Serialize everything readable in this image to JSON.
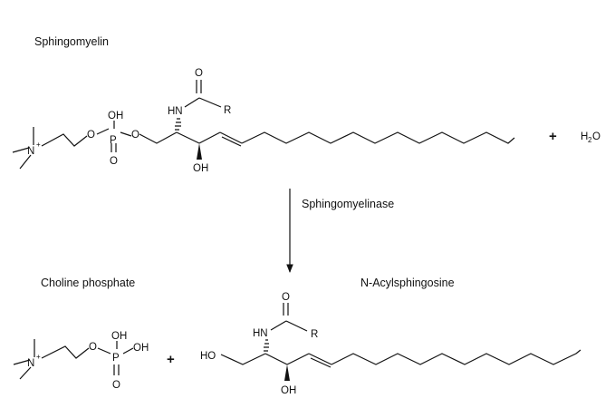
{
  "scheme": {
    "reactant": {
      "name": "Sphingomyelin",
      "atoms": {
        "n_plus": "N",
        "charge": "+",
        "o_ester1": "O",
        "p": "P",
        "oh_p": "OH",
        "o_dbl": "O",
        "o_ester2": "O",
        "nh": "HN",
        "o_carbonyl": "O",
        "r": "R",
        "oh": "OH"
      }
    },
    "plus_water": "+",
    "water": {
      "h": "H",
      "sub": "2",
      "o": "O"
    },
    "enzyme": "Sphingomyelinase",
    "product1": {
      "name": "Choline phosphate",
      "atoms": {
        "n_plus": "N",
        "charge": "+",
        "o_ester": "O",
        "p": "P",
        "oh_top": "OH",
        "oh_right": "OH",
        "o_dbl": "O"
      }
    },
    "plus_products": "+",
    "product2": {
      "name": "N-Acylsphingosine",
      "atoms": {
        "ho": "HO",
        "nh": "HN",
        "o_carbonyl": "O",
        "r": "R",
        "oh": "OH"
      }
    }
  }
}
